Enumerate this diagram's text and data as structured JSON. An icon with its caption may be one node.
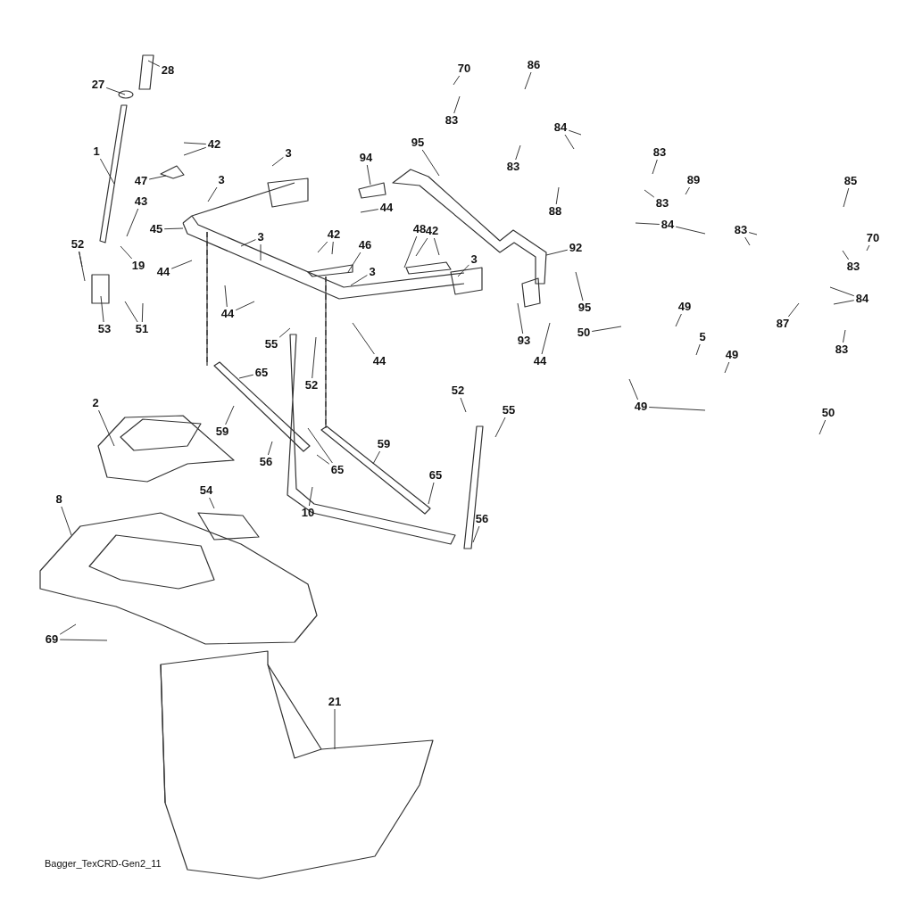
{
  "diagram": {
    "nodes": [
      {
        "text": [
          "28"
        ]
      },
      {
        "text": [
          "27"
        ]
      },
      {
        "text": [
          "1"
        ]
      },
      {
        "text": [
          "42"
        ]
      },
      {
        "text": [
          "3"
        ]
      },
      {
        "text": [
          "94"
        ]
      },
      {
        "text": [
          "95"
        ]
      },
      {
        "text": [
          "47"
        ]
      },
      {
        "text": [
          "3"
        ]
      },
      {
        "text": [
          "43"
        ]
      },
      {
        "text": [
          "44"
        ]
      },
      {
        "text": [
          "45"
        ]
      },
      {
        "text": [
          "52"
        ]
      },
      {
        "text": [
          "19"
        ]
      },
      {
        "text": [
          "42"
        ]
      },
      {
        "text": [
          "46"
        ]
      },
      {
        "text": [
          "48"
        ]
      },
      {
        "text": [
          "42"
        ]
      },
      {
        "text": [
          "3"
        ]
      },
      {
        "text": [
          "44"
        ]
      },
      {
        "text": [
          "3"
        ]
      },
      {
        "text": [
          "3"
        ]
      },
      {
        "text": [
          "44"
        ]
      },
      {
        "text": [
          "53"
        ]
      },
      {
        "text": [
          "51"
        ]
      },
      {
        "text": [
          "55"
        ]
      },
      {
        "text": [
          "52"
        ]
      },
      {
        "text": [
          "44"
        ]
      },
      {
        "text": [
          "92"
        ]
      },
      {
        "text": [
          "93"
        ]
      },
      {
        "text": [
          "95"
        ]
      },
      {
        "text": [
          "44"
        ]
      },
      {
        "text": [
          "70"
        ]
      },
      {
        "text": [
          "86"
        ]
      },
      {
        "text": [
          "83"
        ]
      },
      {
        "text": [
          "84"
        ]
      },
      {
        "text": [
          "83"
        ]
      },
      {
        "text": [
          "83"
        ]
      },
      {
        "text": [
          "88"
        ]
      },
      {
        "text": [
          "89"
        ]
      },
      {
        "text": [
          "83"
        ]
      },
      {
        "text": [
          "84"
        ]
      },
      {
        "text": [
          "85"
        ]
      },
      {
        "text": [
          "83"
        ]
      },
      {
        "text": [
          "70"
        ]
      },
      {
        "text": [
          "83"
        ]
      },
      {
        "text": [
          "84"
        ]
      },
      {
        "text": [
          "87"
        ]
      },
      {
        "text": [
          "83"
        ]
      },
      {
        "text": [
          "49"
        ]
      },
      {
        "text": [
          "50"
        ]
      },
      {
        "text": [
          "5"
        ]
      },
      {
        "text": [
          "49"
        ]
      },
      {
        "text": [
          "49"
        ]
      },
      {
        "text": [
          "50"
        ]
      },
      {
        "text": [
          "52"
        ]
      },
      {
        "text": [
          "55"
        ]
      },
      {
        "text": [
          "65"
        ]
      },
      {
        "text": [
          "59"
        ]
      },
      {
        "text": [
          "56"
        ]
      },
      {
        "text": [
          "65"
        ]
      },
      {
        "text": [
          "59"
        ]
      },
      {
        "text": [
          "10"
        ]
      },
      {
        "text": [
          "65"
        ]
      },
      {
        "text": [
          "56"
        ]
      },
      {
        "text": [
          "2"
        ]
      },
      {
        "text": [
          "8"
        ]
      },
      {
        "text": [
          "54"
        ]
      },
      {
        "text": [
          "69"
        ]
      },
      {
        "text": [
          "21"
        ]
      }
    ],
    "edges": [
      {
        "from": 0,
        "to": null,
        "arrow": "none"
      },
      {
        "from": 1,
        "to": null,
        "arrow": "none"
      },
      {
        "from": 2,
        "to": null,
        "arrow": "none"
      },
      {
        "from": 3,
        "to": null,
        "arrow": "none"
      },
      {
        "from": 3,
        "to": null,
        "arrow": "none"
      },
      {
        "from": 4,
        "to": null,
        "arrow": "none"
      },
      {
        "from": 5,
        "to": null,
        "arrow": "none"
      },
      {
        "from": 6,
        "to": null,
        "arrow": "none"
      },
      {
        "from": 7,
        "to": null,
        "arrow": "none"
      },
      {
        "from": 8,
        "to": null,
        "arrow": "none"
      },
      {
        "from": 9,
        "to": null,
        "arrow": "none"
      },
      {
        "from": 10,
        "to": null,
        "arrow": "none"
      },
      {
        "from": 11,
        "to": null,
        "arrow": "none"
      },
      {
        "from": 12,
        "to": null,
        "arrow": "none"
      },
      {
        "from": 12,
        "to": null,
        "arrow": "none"
      },
      {
        "from": 13,
        "to": null,
        "arrow": "none"
      },
      {
        "from": 14,
        "to": null,
        "arrow": "none"
      },
      {
        "from": 14,
        "to": null,
        "arrow": "none"
      },
      {
        "from": 15,
        "to": null,
        "arrow": "none"
      },
      {
        "from": 16,
        "to": null,
        "arrow": "none"
      },
      {
        "from": 17,
        "to": null,
        "arrow": "none"
      },
      {
        "from": 17,
        "to": null,
        "arrow": "none"
      },
      {
        "from": 18,
        "to": null,
        "arrow": "none"
      },
      {
        "from": 18,
        "to": null,
        "arrow": "none"
      },
      {
        "from": 19,
        "to": null,
        "arrow": "none"
      },
      {
        "from": 20,
        "to": null,
        "arrow": "none"
      },
      {
        "from": 21,
        "to": null,
        "arrow": "none"
      },
      {
        "from": 22,
        "to": null,
        "arrow": "none"
      },
      {
        "from": 22,
        "to": null,
        "arrow": "none"
      },
      {
        "from": 23,
        "to": null,
        "arrow": "none"
      },
      {
        "from": 24,
        "to": null,
        "arrow": "none"
      },
      {
        "from": 24,
        "to": null,
        "arrow": "none"
      },
      {
        "from": 25,
        "to": null,
        "arrow": "none"
      },
      {
        "from": 26,
        "to": null,
        "arrow": "none"
      },
      {
        "from": 27,
        "to": null,
        "arrow": "none"
      },
      {
        "from": 28,
        "to": null,
        "arrow": "none"
      },
      {
        "from": 29,
        "to": null,
        "arrow": "none"
      },
      {
        "from": 30,
        "to": null,
        "arrow": "none"
      },
      {
        "from": 31,
        "to": null,
        "arrow": "none"
      },
      {
        "from": 32,
        "to": null,
        "arrow": "none"
      },
      {
        "from": 33,
        "to": null,
        "arrow": "none"
      },
      {
        "from": 34,
        "to": null,
        "arrow": "none"
      },
      {
        "from": 35,
        "to": null,
        "arrow": "none"
      },
      {
        "from": 35,
        "to": null,
        "arrow": "none"
      },
      {
        "from": 36,
        "to": null,
        "arrow": "none"
      },
      {
        "from": 37,
        "to": null,
        "arrow": "none"
      },
      {
        "from": 38,
        "to": null,
        "arrow": "none"
      },
      {
        "from": 39,
        "to": null,
        "arrow": "none"
      },
      {
        "from": 40,
        "to": null,
        "arrow": "none"
      },
      {
        "from": 41,
        "to": null,
        "arrow": "none"
      },
      {
        "from": 41,
        "to": null,
        "arrow": "none"
      },
      {
        "from": 42,
        "to": null,
        "arrow": "none"
      },
      {
        "from": 43,
        "to": null,
        "arrow": "none"
      },
      {
        "from": 43,
        "to": null,
        "arrow": "none"
      },
      {
        "from": 44,
        "to": null,
        "arrow": "none"
      },
      {
        "from": 45,
        "to": null,
        "arrow": "none"
      },
      {
        "from": 46,
        "to": null,
        "arrow": "none"
      },
      {
        "from": 46,
        "to": null,
        "arrow": "none"
      },
      {
        "from": 47,
        "to": null,
        "arrow": "none"
      },
      {
        "from": 48,
        "to": null,
        "arrow": "none"
      },
      {
        "from": 49,
        "to": null,
        "arrow": "none"
      },
      {
        "from": 50,
        "to": null,
        "arrow": "none"
      },
      {
        "from": 51,
        "to": null,
        "arrow": "none"
      },
      {
        "from": 52,
        "to": null,
        "arrow": "none"
      },
      {
        "from": 53,
        "to": null,
        "arrow": "none"
      },
      {
        "from": 53,
        "to": null,
        "arrow": "none"
      },
      {
        "from": 54,
        "to": null,
        "arrow": "none"
      },
      {
        "from": 55,
        "to": null,
        "arrow": "none"
      },
      {
        "from": 56,
        "to": null,
        "arrow": "none"
      },
      {
        "from": 57,
        "to": null,
        "arrow": "none"
      },
      {
        "from": 58,
        "to": null,
        "arrow": "none"
      },
      {
        "from": 59,
        "to": null,
        "arrow": "none"
      },
      {
        "from": 60,
        "to": null,
        "arrow": "none"
      },
      {
        "from": 60,
        "to": null,
        "arrow": "none"
      },
      {
        "from": 61,
        "to": null,
        "arrow": "none"
      },
      {
        "from": 62,
        "to": null,
        "arrow": "none"
      },
      {
        "from": 63,
        "to": null,
        "arrow": "none"
      },
      {
        "from": 64,
        "to": null,
        "arrow": "none"
      },
      {
        "from": 65,
        "to": null,
        "arrow": "none"
      },
      {
        "from": 66,
        "to": null,
        "arrow": "none"
      },
      {
        "from": 67,
        "to": null,
        "arrow": "none"
      },
      {
        "from": 68,
        "to": null,
        "arrow": "none"
      },
      {
        "from": 68,
        "to": null,
        "arrow": "none"
      },
      {
        "from": 69,
        "to": null,
        "arrow": "none"
      }
    ],
    "labels": [
      "Bagger_TexCRD-Gen2_11"
    ]
  }
}
